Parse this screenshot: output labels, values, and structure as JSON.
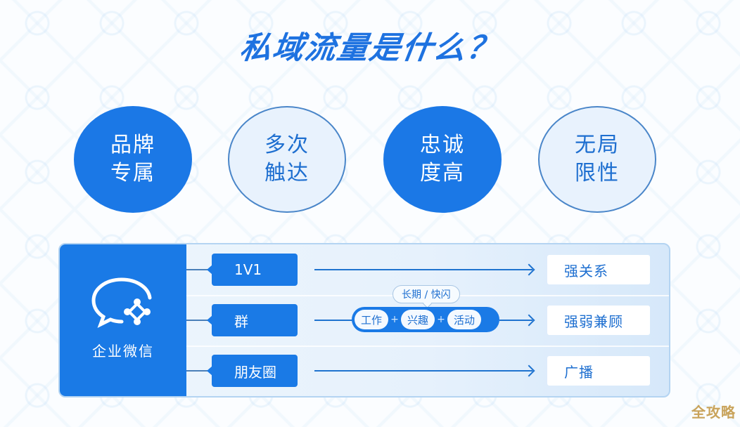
{
  "title": "私域流量是什么？",
  "features": [
    {
      "line1": "品牌",
      "line2": "专属",
      "style": "solid"
    },
    {
      "line1": "多次",
      "line2": "触达",
      "style": "outline"
    },
    {
      "line1": "忠诚",
      "line2": "度高",
      "style": "solid"
    },
    {
      "line1": "无局",
      "line2": "限性",
      "style": "outline"
    }
  ],
  "panel": {
    "source": {
      "label": "企业微信",
      "icon": "wecom-chat-bubble-icon"
    },
    "rows": [
      {
        "channel": "1V1",
        "result": "强关系"
      },
      {
        "channel": "群",
        "result": "强弱兼顾"
      },
      {
        "channel": "朋友圈",
        "result": "广播"
      }
    ],
    "group_detail": {
      "tooltip": "长期 / 快闪",
      "pills": [
        "工作",
        "兴趣",
        "活动"
      ],
      "separator": "+"
    }
  },
  "colors": {
    "primary": "#1a7ae6",
    "title": "#1e72e0",
    "outline_fill": "#e8f2fd",
    "panel_bg": "#e6f1fc",
    "watermark": "#c9a35a"
  },
  "watermark": "全攻略"
}
